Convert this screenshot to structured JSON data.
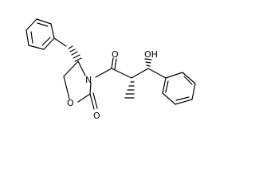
{
  "molecule": {
    "atoms": {
      "ring_nitrogen": "N",
      "ring_oxygen": "O",
      "carbonyl_oxygen_oxazolidinone": "O",
      "carbonyl_oxygen_acyl": "O",
      "hydroxyl": "OH"
    }
  },
  "colors": {
    "bond": "#000000",
    "background": "#ffffff",
    "text": "#000000"
  }
}
